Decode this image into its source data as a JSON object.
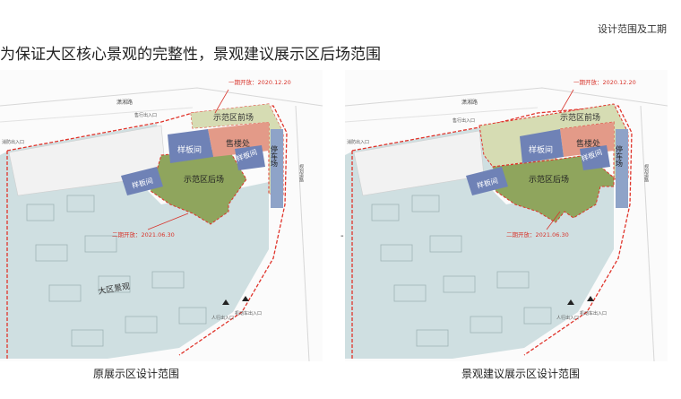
{
  "page": {
    "corner_title": "设计范围及工期",
    "headline": "为保证大区核心景观的完整性，景观建议展示区后场范围",
    "dash_mark": "-"
  },
  "plans": [
    {
      "caption": "原展示区设计范围",
      "labels": {
        "phase1": "一期开放：2020.12.20",
        "phase2": "二期开放：2021.06.30",
        "front": "示范区前场",
        "sales": "售楼处",
        "model_top": "样板间",
        "model_right": "样板间",
        "model_left": "样板间",
        "back": "示范区后场",
        "parking": "停车场",
        "big_landscape": "大区景观",
        "road_top": "潇湘路",
        "road_right": "规划道路",
        "gate_top": "售行出入口",
        "gate_left": "消防出入口",
        "gate_bottom_a": "人行出入口",
        "gate_bottom_b": "机动车出入口"
      }
    },
    {
      "caption": "景观建议展示区设计范围",
      "labels": {
        "phase1": "一期开放：2020.12.20",
        "phase2": "二期开放：2021.06.30",
        "front": "示范区前场",
        "sales": "售楼处",
        "model_top": "样板间",
        "model_right": "样板间",
        "model_left": "样板间",
        "back": "示范区后场",
        "parking": "停车场",
        "road_top": "潇湘路",
        "road_right": "规划道路",
        "gate_top": "售行出入口",
        "gate_left": "消防出入口",
        "gate_bottom_a": "人行出入口",
        "gate_bottom_b": "机动车出入口"
      }
    }
  ],
  "colors": {
    "landscape_blue": "#cfdfe1",
    "front_green": "#d6dcb3",
    "back_green": "#8fa55d",
    "sales_red": "#e39a88",
    "model_blue": "#6f82b6",
    "parking_blue": "#8ea3c8",
    "boundary_red": "#e0342b",
    "phase_red": "#d8352c"
  }
}
